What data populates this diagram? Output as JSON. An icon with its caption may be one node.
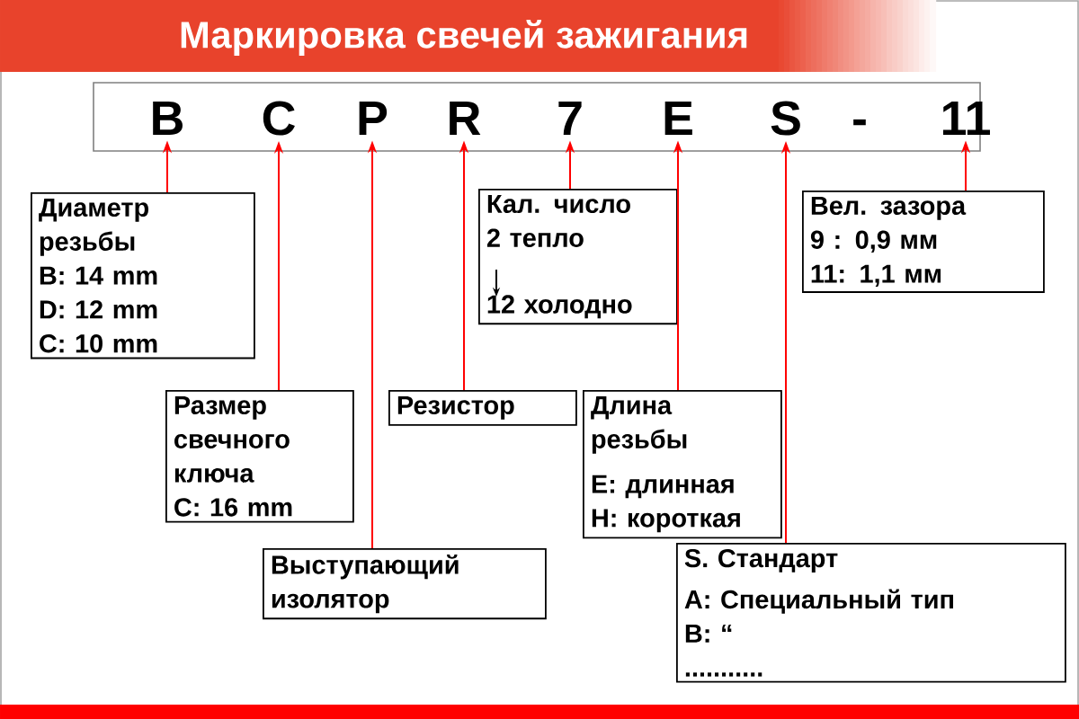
{
  "diagram": {
    "title": "Маркировка свечей зажигания",
    "nodes": [
      {
        "text": [],
        "shape": "box"
      },
      {
        "text": [
          "B"
        ],
        "in": 0
      },
      {
        "text": [
          "C"
        ],
        "in": 0
      },
      {
        "text": [
          "P"
        ],
        "in": 0
      },
      {
        "text": [
          "R"
        ],
        "in": 0
      },
      {
        "text": [
          "7"
        ],
        "in": 0
      },
      {
        "text": [
          "E"
        ],
        "in": 0
      },
      {
        "text": [
          "S"
        ],
        "in": 0
      },
      {
        "text": [
          "-"
        ],
        "in": 0
      },
      {
        "text": [
          "11"
        ],
        "in": 0
      },
      {
        "text": [
          "Диаметр резьбы",
          "B: 14 mm",
          "D: 12 mm",
          "C: 10 mm"
        ]
      },
      {
        "text": [
          "Кал. число",
          "2 тепло",
          "12 холодно"
        ]
      },
      {
        "text": [
          "Вел. зазора",
          "9 : 0,9 мм",
          "11: 1,1 мм"
        ]
      },
      {
        "text": [
          "Размер свечного ключа",
          "C: 16 mm"
        ]
      },
      {
        "text": [
          "Резистор"
        ]
      },
      {
        "text": [
          "Длина резьбы",
          "E: длинная",
          "H: короткая"
        ]
      },
      {
        "text": [
          "Выступающий изолятор"
        ]
      },
      {
        "text": [
          "S. Стандарт",
          "A: Специальный тип",
          "B: “",
          "..........."
        ]
      }
    ],
    "edges": [
      {
        "from": 10,
        "to": 1,
        "arrow": "to"
      },
      {
        "from": 13,
        "to": 2,
        "arrow": "to"
      },
      {
        "from": 16,
        "to": 3,
        "arrow": "to"
      },
      {
        "from": 14,
        "to": 4,
        "arrow": "to"
      },
      {
        "from": 11,
        "to": 5,
        "arrow": "to"
      },
      {
        "from": 15,
        "to": 6,
        "arrow": "to"
      },
      {
        "from": 17,
        "to": 7,
        "arrow": "to"
      },
      {
        "from": 12,
        "to": 9,
        "arrow": "to"
      }
    ]
  }
}
